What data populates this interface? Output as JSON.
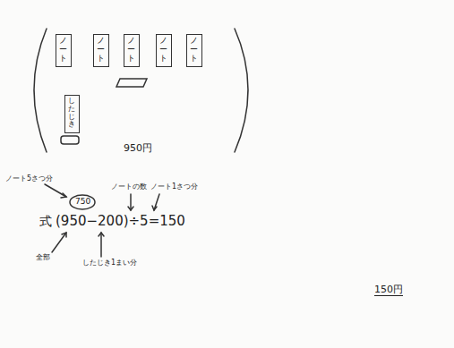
{
  "diagram": {
    "nodes": [
      {
        "text": [
          "ノート"
        ]
      },
      {
        "text": [
          "ノート"
        ]
      },
      {
        "text": [
          "ノート"
        ]
      },
      {
        "text": [
          "ノート"
        ]
      },
      {
        "text": [
          "ノート"
        ]
      },
      {
        "text": [
          "したじき"
        ]
      }
    ],
    "labels": [
      "950円",
      "ノート5さつ分",
      "750",
      "式",
      "(950−200)÷5=150",
      "ノートの数",
      "ノート1さつ分",
      "全部",
      "したじき1まい分",
      "150円"
    ]
  }
}
